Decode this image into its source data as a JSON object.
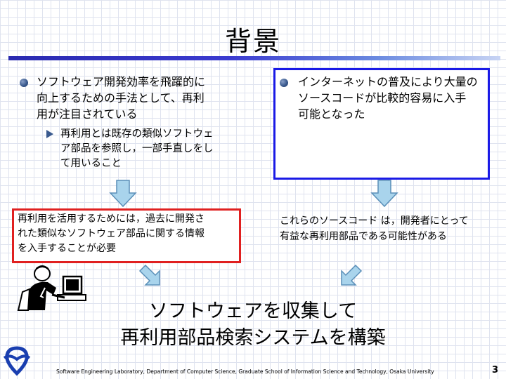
{
  "slide": {
    "title": "背景",
    "left_bullet": "ソフトウェア開発効率を飛躍的に\n向上するための手法として、再利\n用が注目されている",
    "left_sub_bullet": "再利用とは既存の類似ソフトウェ\nア部品を参照し，一部手直しをし\nて用いること",
    "right_bullet": "インターネットの普及により大量の\nソースコードが比較的容易に入手\n可能となった",
    "red_box_text": "再利用を活用するためには，過去に開発さ\nれた類似なソフトウェア部品に関する情報\nを入手することが必要",
    "right_result_text": "これらのソースコード は，開発者にとって\n有益な再利用部品である可能性がある",
    "conclusion": "ソフトウェアを収集して\n再利用部品検索システムを構築",
    "footer": "Software Engineering Laboratory, Department of Computer Science, Graduate School of Information Science and Technology, Osaka University",
    "page_number": "3"
  },
  "colors": {
    "blue_box_border": "#1a1ae6",
    "red_box_border": "#e02020",
    "arrow_fill": "#a9d4ec",
    "logo": "#1a3fb0"
  },
  "icons": [
    "person-at-computer-icon",
    "university-logo-icon",
    "down-arrow-icon",
    "diagonal-arrow-icon"
  ]
}
